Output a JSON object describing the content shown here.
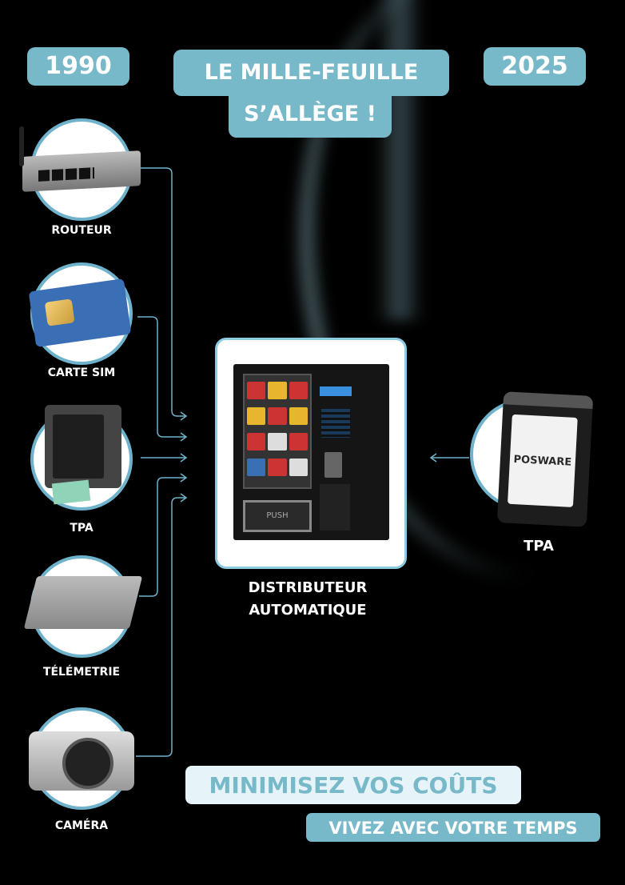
{
  "header": {
    "year_left": "1990",
    "year_right": "2025",
    "title_line1": "LE MILLE-FEUILLE",
    "title_line2": "S’ALLÈGE !"
  },
  "legacy_devices": [
    {
      "label": "ROUTEUR",
      "icon": "router-icon"
    },
    {
      "label": "CARTE SIM",
      "icon": "sim-card-icon"
    },
    {
      "label": "TPA",
      "icon": "payment-terminal-icon"
    },
    {
      "label": "TÉLÉMETRIE",
      "icon": "telemetry-box-icon"
    },
    {
      "label": "CAMÉRA",
      "icon": "camera-icon"
    }
  ],
  "center": {
    "label_line1": "DISTRIBUTEUR",
    "label_line2": "AUTOMATIQUE",
    "push_label": "PUSH"
  },
  "modern_device": {
    "label": "TPA",
    "brand": "POSWARE"
  },
  "footer": {
    "tagline1": "MINIMISEZ VOS COÛTS",
    "tagline2": "VIVEZ AVEC VOTRE TEMPS"
  },
  "colors": {
    "accent": "#77b8c9",
    "light": "#e6f3f8",
    "background": "#000000"
  }
}
